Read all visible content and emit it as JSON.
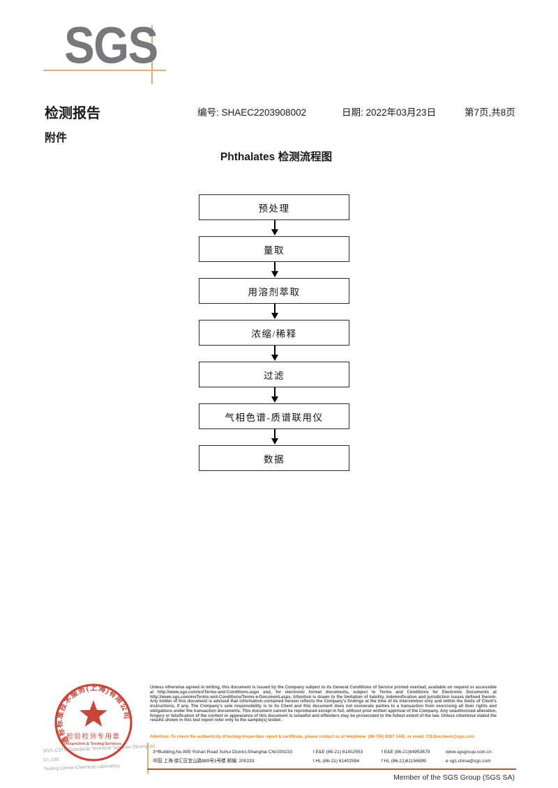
{
  "logo": {
    "text": "SGS"
  },
  "colors": {
    "logo_gray": "#77787b",
    "crosshair_orange": "#e4ab70",
    "stamp_red": "#c4382c",
    "attention_orange": "#e8821e",
    "footer_line_brown": "#9a5d33"
  },
  "header": {
    "report_title": "检测报告",
    "report_no": "编号: SHAEC2203908002",
    "date": "日期: 2022年03月23日",
    "page_info": "第7页,共8页",
    "attachment_label": "附件"
  },
  "flowchart": {
    "title": "Phthalates 检测流程图",
    "steps": [
      "预处理",
      "量取",
      "用溶剂萃取",
      "浓缩/稀释",
      "过滤",
      "气相色谱-质谱联用仪",
      "数据"
    ]
  },
  "stamp": {
    "ring_text": "通标标准技术服务(上海)有限公司",
    "line1": "检验检测专用章",
    "line2": "Inspection & Testing Services"
  },
  "company_lines": {
    "line1": "SGS-CSTC Standards Technical Services (Shanghai) Co.,Ltd.",
    "line2": "Testing Center-Chemical Laboratory."
  },
  "legal": {
    "text": "Unless otherwise agreed in writing, this document is issued by the Company subject to its General Conditions of Service printed overleaf, available on request or accessible at http://www.sgs.com/en/Terms-and-Conditions.aspx and, for electronic format documents, subject to Terms and Conditions for Electronic Documents at http://www.sgs.com/en/Terms-and-Conditions/Terms-e-Document.aspx. Attention is drawn to the limitation of liability, indemnification and jurisdiction issues defined therein. Any holder of this document is advised that information contained hereon reflects the Company's findings at the time of its intervention only and within the limits of Client's instructions, if any. The Company's sole responsibility is to its Client and this document does not exonerate parties to a transaction from exercising all their rights and obligations under the transaction documents. This document cannot be reproduced except in full, without prior written approval of the Company. Any unauthorized alteration, forgery or falsification of the content or appearance of this document is unlawful and offenders may be prosecuted to the fullest extent of the law. Unless otherwise stated the results shown in this test report refer only to the sample(s) tested .",
    "attention": "Attention: To check the authenticity of testing /inspection report & certificate, please contact us at telephone: (86-755) 8307 1443, or email: CN.Doccheck@sgs.com"
  },
  "footer": {
    "address_rows": [
      {
        "address": "3ʳᵈBuilding,No.889 Yishan Road Xuhui District,Shanghai China",
        "postcode": "200233",
        "tel": "t E&E (86-21) 61402553",
        "fax": "f E&E (86-21)64953679",
        "web": "www.sgsgroup.com.cn"
      },
      {
        "address": "中国·上海·徐汇区宜山路889号3号楼    邮编: 200233",
        "postcode": "",
        "tel": "t HL (86-21) 61402594",
        "fax": "f HL (86-21)61156899",
        "web": "e  sgs.china@sgs.com"
      }
    ],
    "member_text": "Member of the SGS Group (SGS SA)"
  }
}
